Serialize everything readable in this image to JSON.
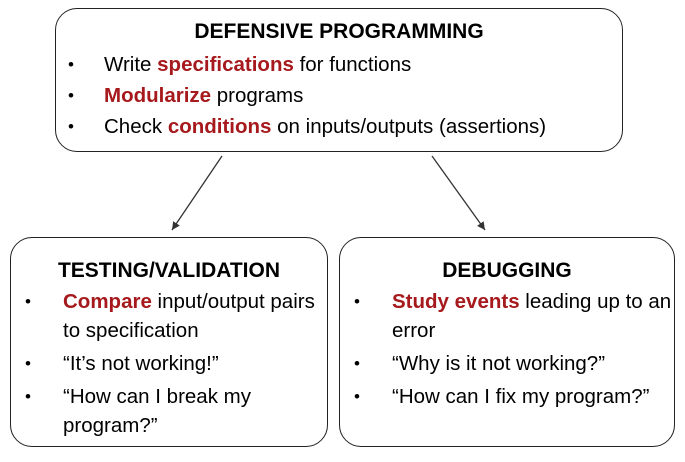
{
  "top": {
    "title": "DEFENSIVE PROGRAMMING",
    "items": [
      {
        "pre": "Write ",
        "hl": "specifications",
        "post": " for functions"
      },
      {
        "pre": " ",
        "hl": "Modularize",
        "post": " programs"
      },
      {
        "pre": "Check ",
        "hl": "conditions",
        "post": " on inputs/outputs (assertions)"
      }
    ]
  },
  "left": {
    "title": "TESTING/VALIDATION",
    "items": [
      {
        "pre": " ",
        "hl": "Compare",
        "post": " input/output pairs to specification"
      },
      {
        "pre": "“It’s not working!”",
        "hl": "",
        "post": ""
      },
      {
        "pre": "“How can I break my program?”",
        "hl": "",
        "post": ""
      }
    ]
  },
  "right": {
    "title": "DEBUGGING",
    "items": [
      {
        "pre": " ",
        "hl": "Study events",
        "post": " leading up to an error"
      },
      {
        "pre": "“Why is it not working?”",
        "hl": "",
        "post": ""
      },
      {
        "pre": "“How can I fix my program?”",
        "hl": "",
        "post": ""
      }
    ]
  },
  "bullet_symbol": "•",
  "colors": {
    "highlight": "#a6191c",
    "border": "#222222",
    "text": "#000000"
  }
}
